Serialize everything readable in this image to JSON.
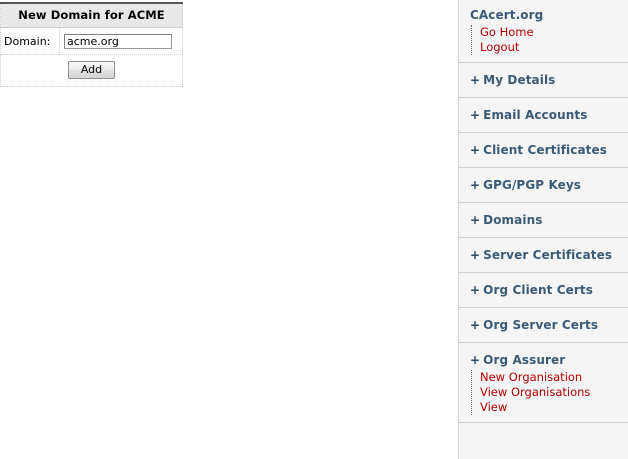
{
  "main": {
    "form": {
      "title": "New Domain for ACME",
      "domain_label": "Domain:",
      "domain_value": "acme.org",
      "domain_placeholder": "",
      "submit_label": "Add"
    }
  },
  "sidebar": {
    "site_title": "CAcert.org",
    "top_links": [
      {
        "label": "Go Home"
      },
      {
        "label": "Logout"
      }
    ],
    "sections": [
      {
        "label": "My Details",
        "toggle": "+",
        "expanded": false,
        "links": []
      },
      {
        "label": "Email Accounts",
        "toggle": "+",
        "expanded": false,
        "links": []
      },
      {
        "label": "Client Certificates",
        "toggle": "+",
        "expanded": false,
        "links": []
      },
      {
        "label": "GPG/PGP Keys",
        "toggle": "+",
        "expanded": false,
        "links": []
      },
      {
        "label": "Domains",
        "toggle": "+",
        "expanded": false,
        "links": []
      },
      {
        "label": "Server Certificates",
        "toggle": "+",
        "expanded": false,
        "links": []
      },
      {
        "label": "Org Client Certs",
        "toggle": "+",
        "expanded": false,
        "links": []
      },
      {
        "label": "Org Server Certs",
        "toggle": "+",
        "expanded": false,
        "links": []
      },
      {
        "label": "Org Assurer",
        "toggle": "+",
        "expanded": true,
        "links": [
          {
            "label": "New Organisation"
          },
          {
            "label": "View Organisations"
          },
          {
            "label": "View"
          }
        ]
      }
    ]
  },
  "colors": {
    "link_red": "#b00000",
    "heading_blue": "#3a5a77",
    "sidebar_bg": "#f5f5f5",
    "separator": "#cfcfcf",
    "form_header_bg": "#e8e8e8"
  }
}
